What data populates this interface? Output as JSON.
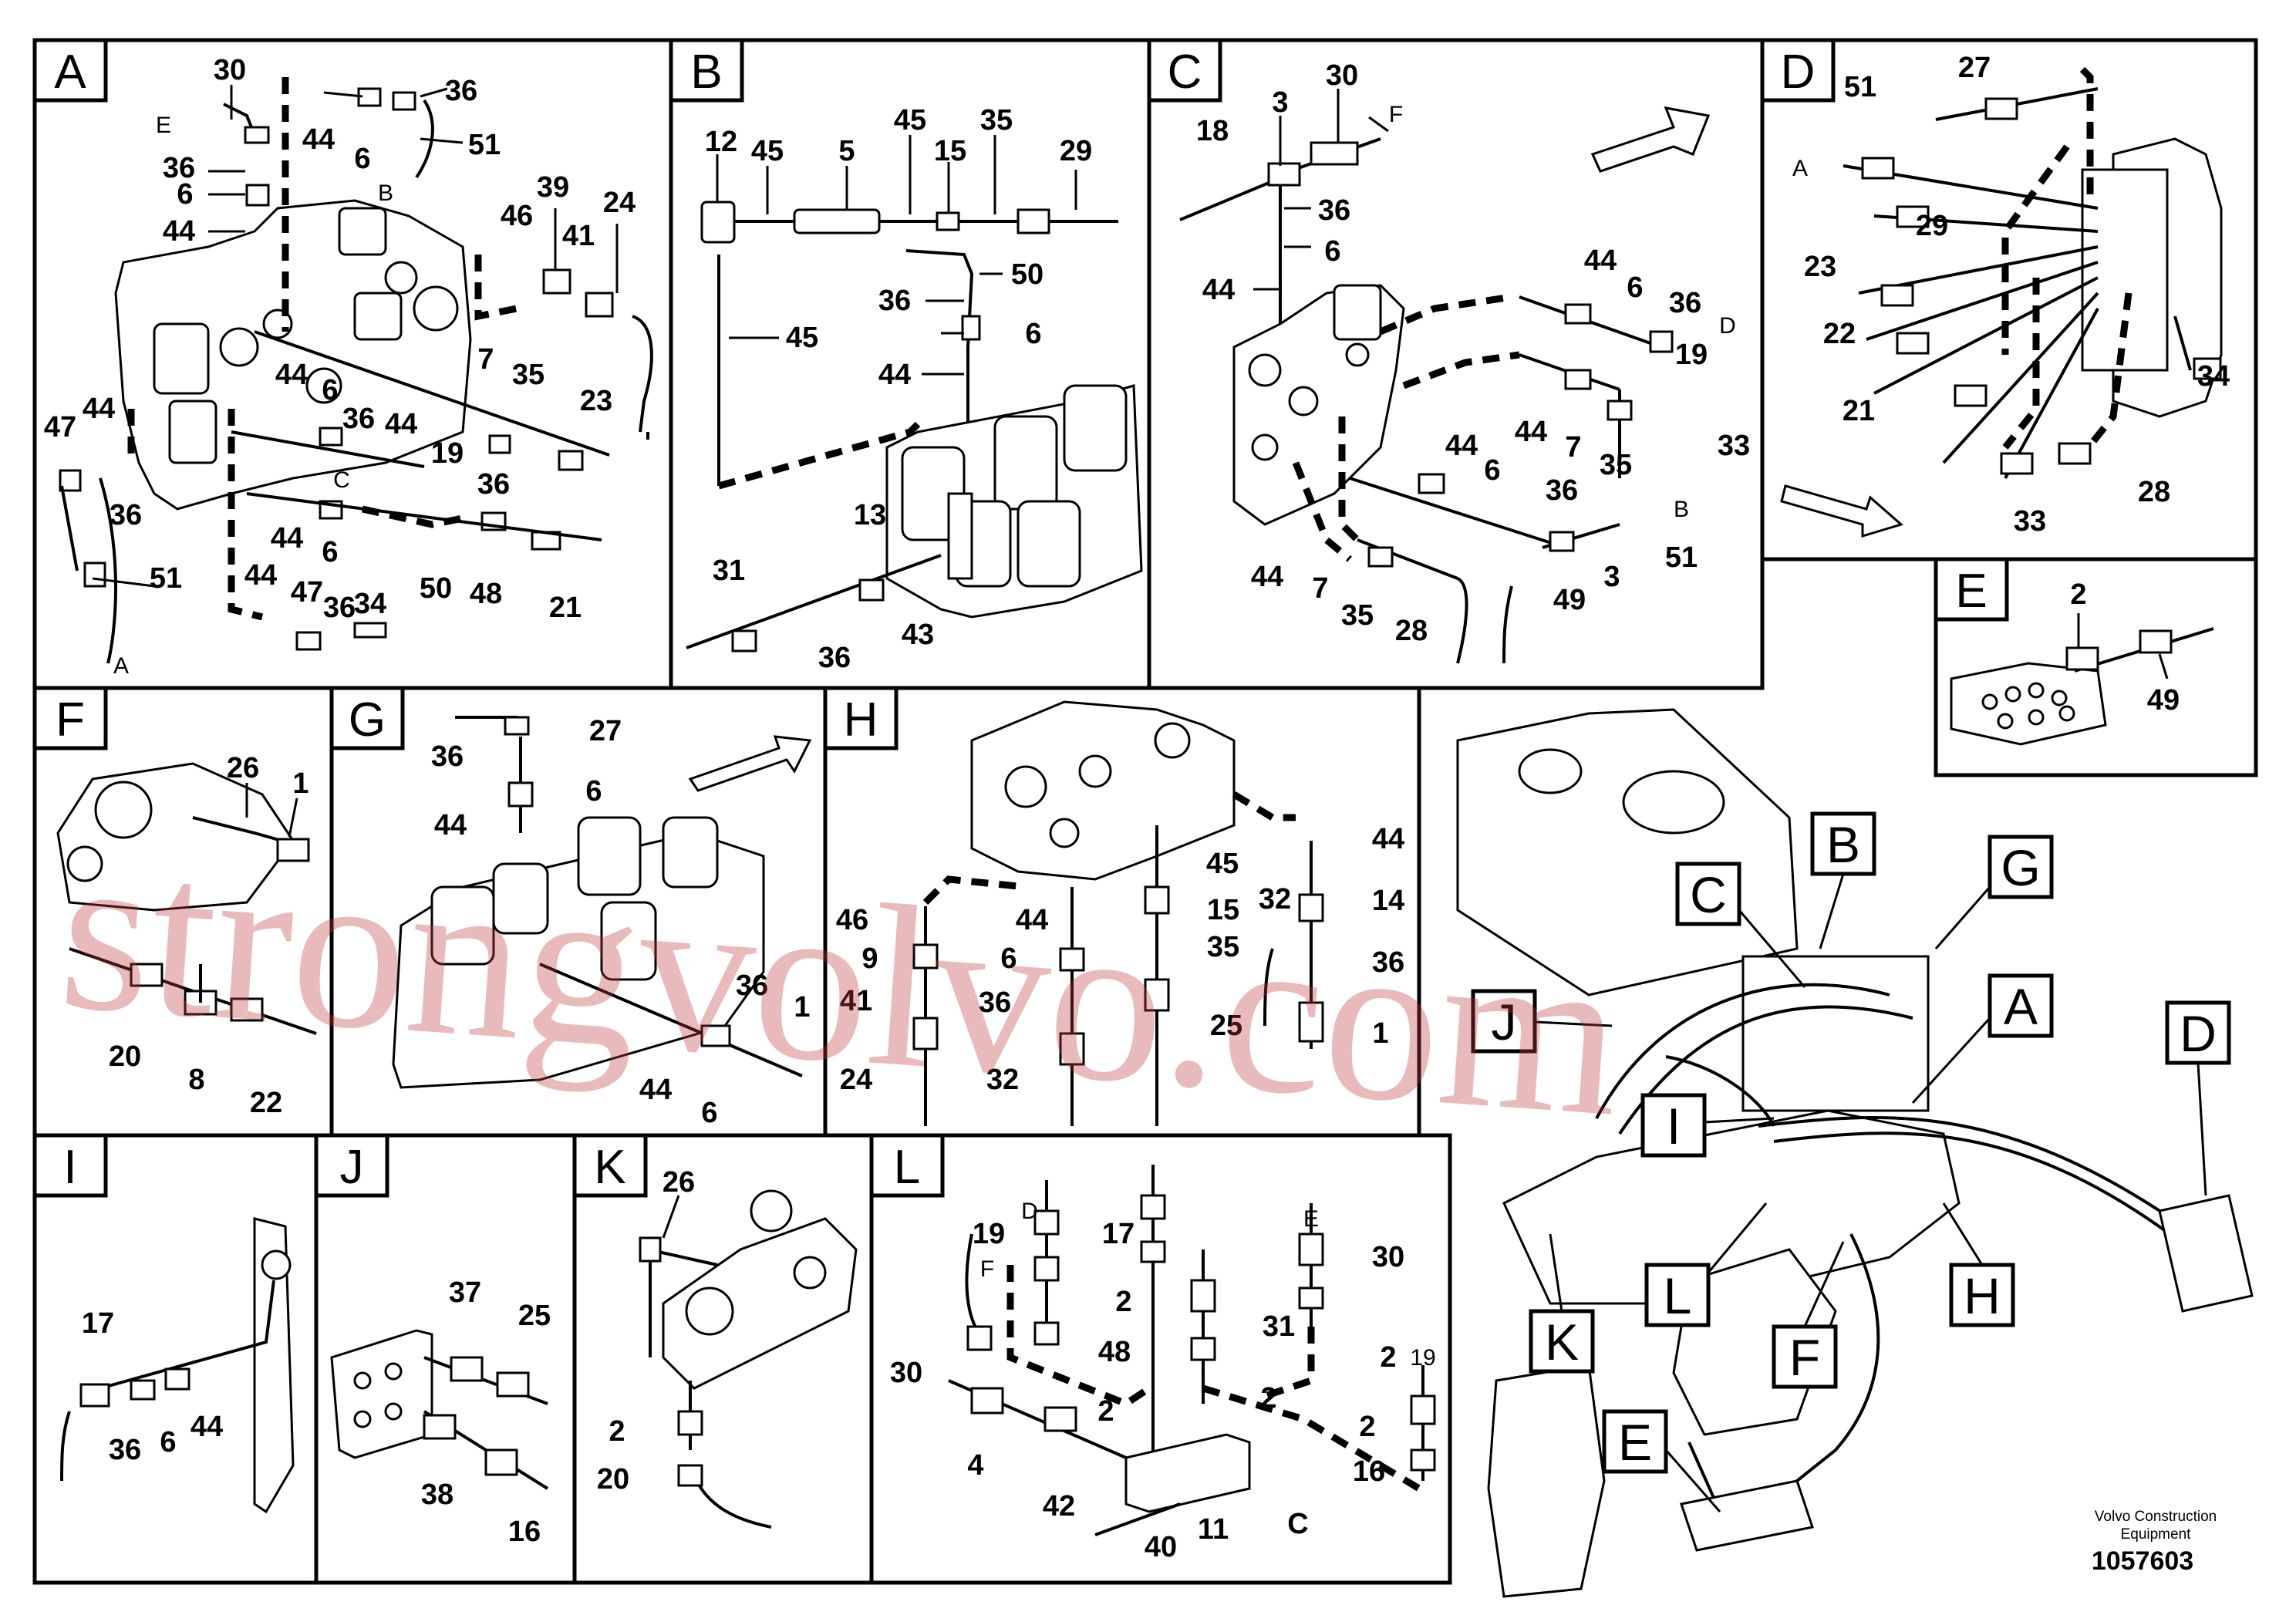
{
  "watermark": "strongvolvo.com",
  "footer": {
    "publisher_line1": "Volvo Construction",
    "publisher_line2": "Equipment",
    "drawing_number": "1057603"
  },
  "panels": {
    "A": {
      "letter": "A",
      "labels": [
        "30",
        "E",
        "44",
        "6",
        "36",
        "51",
        "B",
        "36",
        "6",
        "44",
        "39",
        "24",
        "46",
        "41",
        "44",
        "7",
        "35",
        "23",
        "47",
        "44",
        "6",
        "36",
        "44",
        "36",
        "C",
        "19",
        "36",
        "44",
        "6",
        "51",
        "A",
        "50",
        "48",
        "21",
        "44",
        "47",
        "36",
        "34"
      ]
    },
    "B": {
      "letter": "B",
      "labels": [
        "12",
        "45",
        "5",
        "45",
        "15",
        "35",
        "29",
        "50",
        "36",
        "6",
        "45",
        "44",
        "13",
        "31",
        "36",
        "43"
      ]
    },
    "C": {
      "letter": "C",
      "labels": [
        "3",
        "30",
        "F",
        "18",
        "36",
        "6",
        "44",
        "44",
        "6",
        "36",
        "D",
        "19",
        "44",
        "7",
        "35",
        "33",
        "44",
        "6",
        "36",
        "B",
        "51",
        "44",
        "7",
        "35",
        "28",
        "49",
        "3"
      ]
    },
    "D": {
      "letter": "D",
      "labels": [
        "51",
        "27",
        "A",
        "29",
        "23",
        "22",
        "21",
        "34",
        "33",
        "28"
      ]
    },
    "E": {
      "letter": "E",
      "labels": [
        "2",
        "49"
      ]
    },
    "F": {
      "letter": "F",
      "labels": [
        "26",
        "1",
        "20",
        "8",
        "22"
      ]
    },
    "G": {
      "letter": "G",
      "labels": [
        "27",
        "36",
        "6",
        "44",
        "36",
        "1",
        "44",
        "6"
      ]
    },
    "H": {
      "letter": "H",
      "labels": [
        "44",
        "45",
        "32",
        "14",
        "46",
        "44",
        "15",
        "35",
        "9",
        "6",
        "36",
        "41",
        "36",
        "25",
        "1",
        "24",
        "32"
      ]
    },
    "I": {
      "letter": "I",
      "labels": [
        "17",
        "36",
        "6",
        "44"
      ]
    },
    "J": {
      "letter": "J",
      "labels": [
        "37",
        "25",
        "38",
        "16"
      ]
    },
    "K": {
      "letter": "K",
      "labels": [
        "26",
        "2",
        "20"
      ]
    },
    "L": {
      "letter": "L",
      "labels": [
        "19",
        "D",
        "17",
        "E",
        "30",
        "F",
        "2",
        "48",
        "31",
        "2",
        "30",
        "2",
        "2",
        "16",
        "4",
        "42",
        "40",
        "11",
        "C",
        "19",
        "2"
      ]
    }
  },
  "overview_callouts": [
    "B",
    "G",
    "C",
    "A",
    "J",
    "I",
    "D",
    "L",
    "H",
    "K",
    "F",
    "E"
  ]
}
